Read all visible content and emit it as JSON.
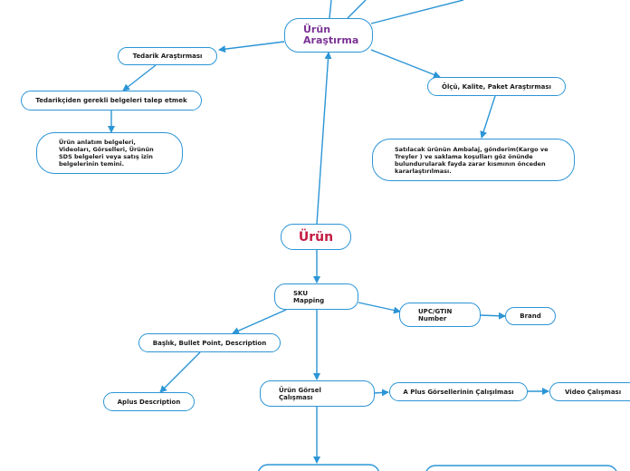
{
  "colors": {
    "connector": "#2b95d6",
    "research_text": "#7a3294",
    "product_text": "#c41c44"
  },
  "nodes": {
    "urun_arastirma": "Ürün\nAraştırma",
    "tedarik_arastirmasi": "Tedarik Araştırması",
    "tedarikciden_belgeler": "Tedarikçiden gerekli belgeleri talep etmek",
    "urun_anlatim": "Ürün anlatım belgeleri, Videoları, Görselleri, Ürünün SDS belgeleri veya satış izin belgelerinin temini.",
    "olcu_kalite": "Ölçü, Kalite, Paket Araştırması",
    "satilacak_urun": "Satılacak ürünün Ambalaj, gönderim(Kargo ve Treyler ) ve saklama koşulları göz önünde bulundurularak fayda zarar kısmının önceden kararlaştırılması.",
    "urun": "Ürün",
    "sku_mapping": "SKU\nMapping",
    "upc_gtin": "UPC/GTIN\nNumber",
    "brand": "Brand",
    "baslik": "Başlık, Bullet Point, Description",
    "aplus_description": "Aplus Description",
    "urun_gorsel": "Ürün Görsel\nÇalışması",
    "aplus_gorseller": "A Plus Görsellerinin Çalışılması",
    "video": "Video Çalışması"
  }
}
